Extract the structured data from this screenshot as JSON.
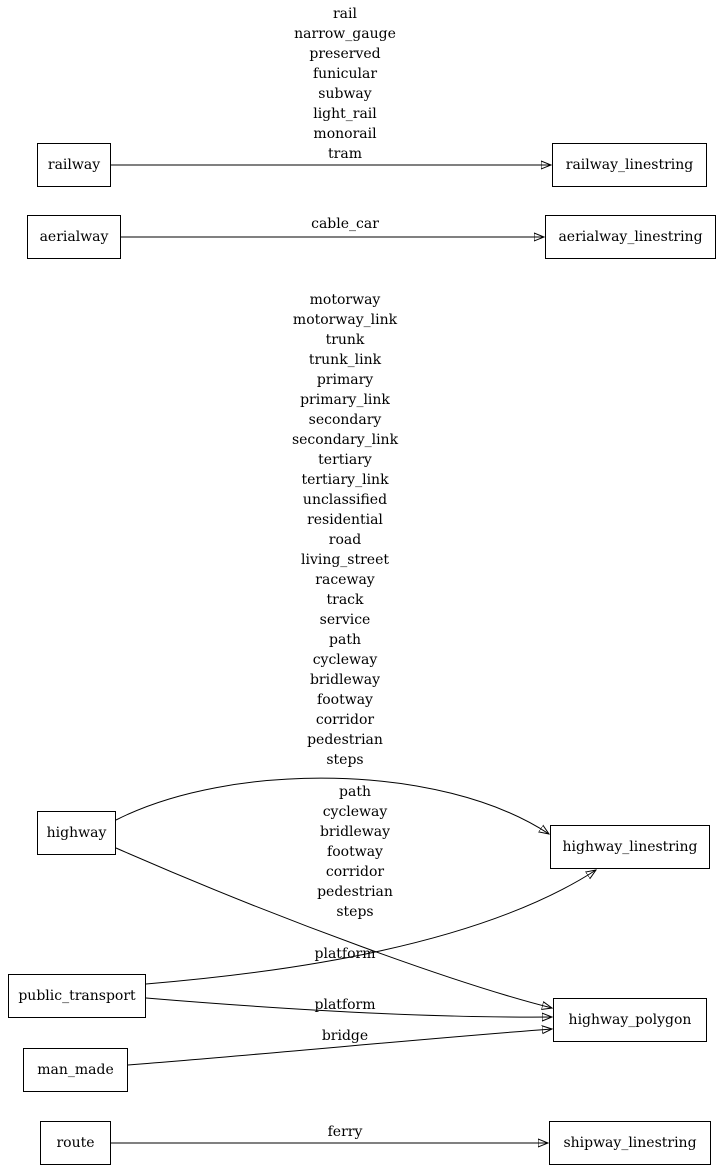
{
  "nodes": {
    "railway": {
      "label": "railway"
    },
    "aerialway": {
      "label": "aerialway"
    },
    "highway": {
      "label": "highway"
    },
    "public_transport": {
      "label": "public_transport"
    },
    "man_made": {
      "label": "man_made"
    },
    "route": {
      "label": "route"
    },
    "railway_linestring": {
      "label": "railway_linestring"
    },
    "aerialway_linestring": {
      "label": "aerialway_linestring"
    },
    "highway_linestring": {
      "label": "highway_linestring"
    },
    "highway_polygon": {
      "label": "highway_polygon"
    },
    "shipway_linestring": {
      "label": "shipway_linestring"
    }
  },
  "edges": {
    "railway_to_railway_linestring": {
      "from": "railway",
      "to": "railway_linestring",
      "values": [
        "rail",
        "narrow_gauge",
        "preserved",
        "funicular",
        "subway",
        "light_rail",
        "monorail",
        "tram"
      ]
    },
    "aerialway_to_aerialway_linestring": {
      "from": "aerialway",
      "to": "aerialway_linestring",
      "values": [
        "cable_car"
      ]
    },
    "highway_to_highway_linestring": {
      "from": "highway",
      "to": "highway_linestring",
      "values": [
        "motorway",
        "motorway_link",
        "trunk",
        "trunk_link",
        "primary",
        "primary_link",
        "secondary",
        "secondary_link",
        "tertiary",
        "tertiary_link",
        "unclassified",
        "residential",
        "road",
        "living_street",
        "raceway",
        "track",
        "service",
        "path",
        "cycleway",
        "bridleway",
        "footway",
        "corridor",
        "pedestrian",
        "steps"
      ]
    },
    "highway_to_highway_polygon": {
      "from": "highway",
      "to": "highway_polygon",
      "values": [
        "path",
        "cycleway",
        "bridleway",
        "footway",
        "corridor",
        "pedestrian",
        "steps"
      ]
    },
    "public_transport_to_highway_linestring": {
      "from": "public_transport",
      "to": "highway_linestring",
      "values": [
        "platform"
      ]
    },
    "public_transport_to_highway_polygon": {
      "from": "public_transport",
      "to": "highway_polygon",
      "values": [
        "platform"
      ]
    },
    "man_made_to_highway_polygon": {
      "from": "man_made",
      "to": "highway_polygon",
      "values": [
        "bridge"
      ]
    },
    "route_to_shipway_linestring": {
      "from": "route",
      "to": "shipway_linestring",
      "values": [
        "ferry"
      ]
    }
  }
}
